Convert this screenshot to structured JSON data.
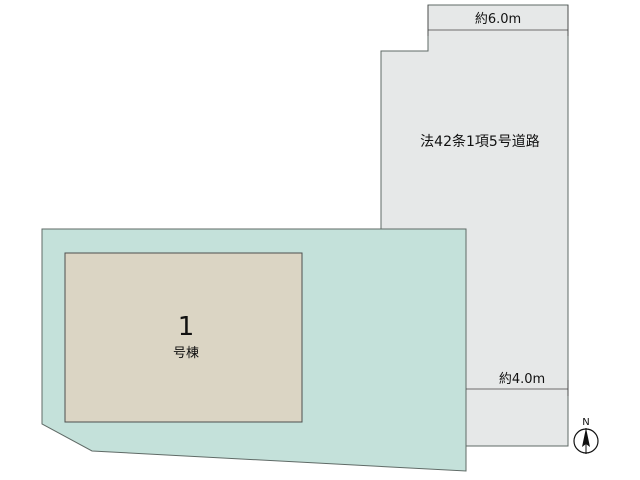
{
  "road": {
    "label": "法42条1項5号道路",
    "width_top_label": "約6.0m",
    "width_bottom_label": "約4.0m"
  },
  "building": {
    "number": "1",
    "name": "号棟"
  },
  "north": {
    "label": "N"
  },
  "colors": {
    "site_fill": "#c4e1da",
    "road_fill": "#e6e8e8",
    "building_fill": "#dbd5c4",
    "outline": "#5f6a66"
  }
}
